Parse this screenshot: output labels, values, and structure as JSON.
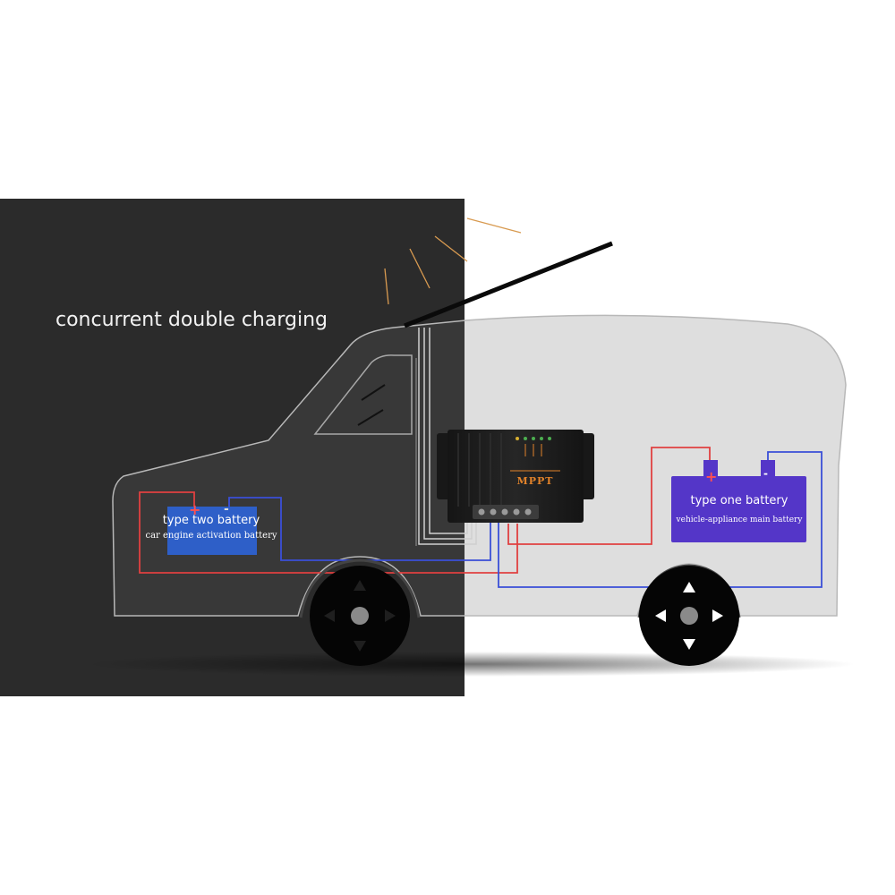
{
  "headline": "concurrent double charging",
  "battery_two": {
    "label": "type two battery",
    "description": "car engine activation battery",
    "color": "#2e5fc8"
  },
  "battery_one": {
    "label": "type one battery",
    "description": "vehicle-appliance main battery",
    "color": "#5436c8"
  },
  "controller": {
    "brand": "MPPT",
    "accent_color": "#e2832a",
    "led_color": "#4caf50"
  },
  "wires": {
    "positive_color": "#e04040",
    "negative_color": "#3a4fd8",
    "panel_color": "#c8c8c8"
  },
  "colors": {
    "dark_background": "#2b2b2b",
    "sun_rays": "#d89a50"
  }
}
